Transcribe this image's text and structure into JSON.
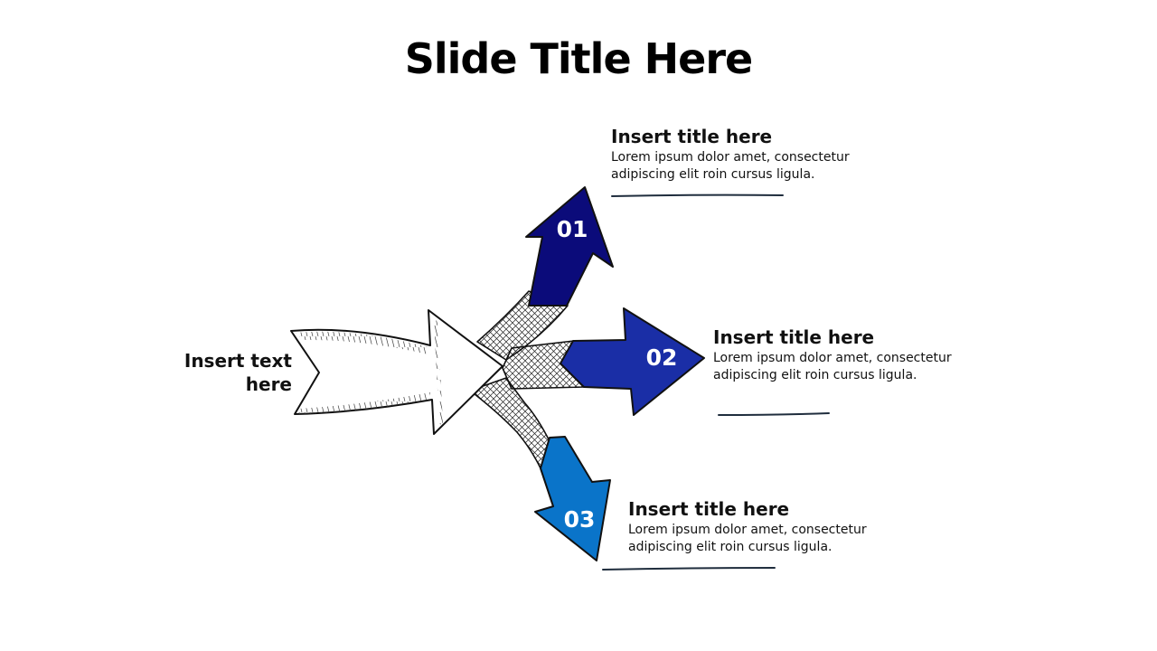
{
  "slide": {
    "title": "Slide Title Here"
  },
  "center": {
    "text": "Insert text here",
    "line1": "Insert text",
    "line2": "here"
  },
  "items": [
    {
      "number": "01",
      "title": "Insert title here",
      "body_line1": "Lorem ipsum dolor amet, consectetur",
      "body_line2": "adipiscing elit roin cursus ligula.",
      "color": "#0b0b7a"
    },
    {
      "number": "02",
      "title": "Insert title here",
      "body_line1": "Lorem ipsum dolor amet, consectetur",
      "body_line2": "adipiscing elit roin cursus ligula.",
      "color": "#1a2ea6"
    },
    {
      "number": "03",
      "title": "Insert title here",
      "body_line1": "Lorem ipsum dolor amet, consectetur",
      "body_line2": "adipiscing elit roin cursus ligula.",
      "color": "#0a74c9"
    }
  ],
  "colors": {
    "outline": "#111111",
    "underline": "#1f2d3d",
    "hatch": "#222222"
  }
}
